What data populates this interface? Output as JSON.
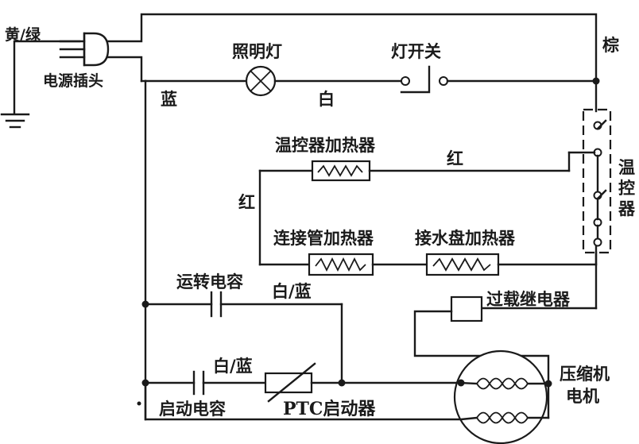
{
  "labels": {
    "ground_wire": "黄/绿",
    "power_plug": "电源插头",
    "brown": "棕",
    "blue": "蓝",
    "lamp": "照明灯",
    "white": "白",
    "lamp_switch": "灯开关",
    "thermostat_heater": "温控器加热器",
    "red_top": "红",
    "red_left": "红",
    "thermostat_1": "温",
    "thermostat_2": "控",
    "thermostat_3": "器",
    "pipe_heater": "连接管加热器",
    "tray_heater": "接水盘加热器",
    "run_capacitor": "运转电容",
    "white_blue_top": "白/蓝",
    "overload_relay": "过载继电器",
    "white_blue_bottom": "白/蓝",
    "start_capacitor": "启动电容",
    "ptc_starter": "PTC启动器",
    "compressor_1": "压缩机",
    "compressor_2": "电机"
  }
}
